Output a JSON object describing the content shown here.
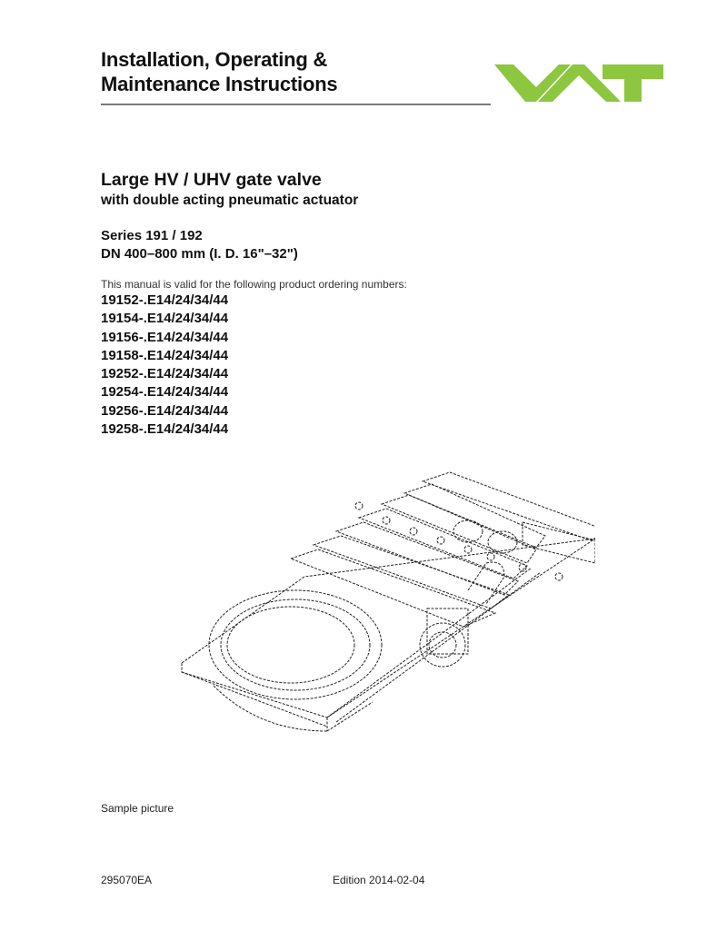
{
  "header": {
    "doc_type_line1": "Installation, Operating &",
    "doc_type_line2": "Maintenance Instructions",
    "logo": {
      "text": "VAT",
      "color": "#8dc63f",
      "icon": "vat-logo"
    }
  },
  "product": {
    "title": "Large HV / UHV gate valve",
    "subtitle": "with double acting pneumatic actuator",
    "series": "Series 191 / 192",
    "size_range": "DN 400–800 mm (I. D. 16\"–32\")"
  },
  "ordering": {
    "intro": "This manual is valid for the following product ordering numbers:",
    "numbers": [
      "19152-.E14/24/34/44",
      "19154-.E14/24/34/44",
      "19156-.E14/24/34/44",
      "19158-.E14/24/34/44",
      "19252-.E14/24/34/44",
      "19254-.E14/24/34/44",
      "19256-.E14/24/34/44",
      "19258-.E14/24/34/44"
    ]
  },
  "figure": {
    "icon": "gate-valve-illustration",
    "caption": "Sample picture"
  },
  "footer": {
    "document_number": "295070EA",
    "edition": "Edition 2014-02-04"
  }
}
